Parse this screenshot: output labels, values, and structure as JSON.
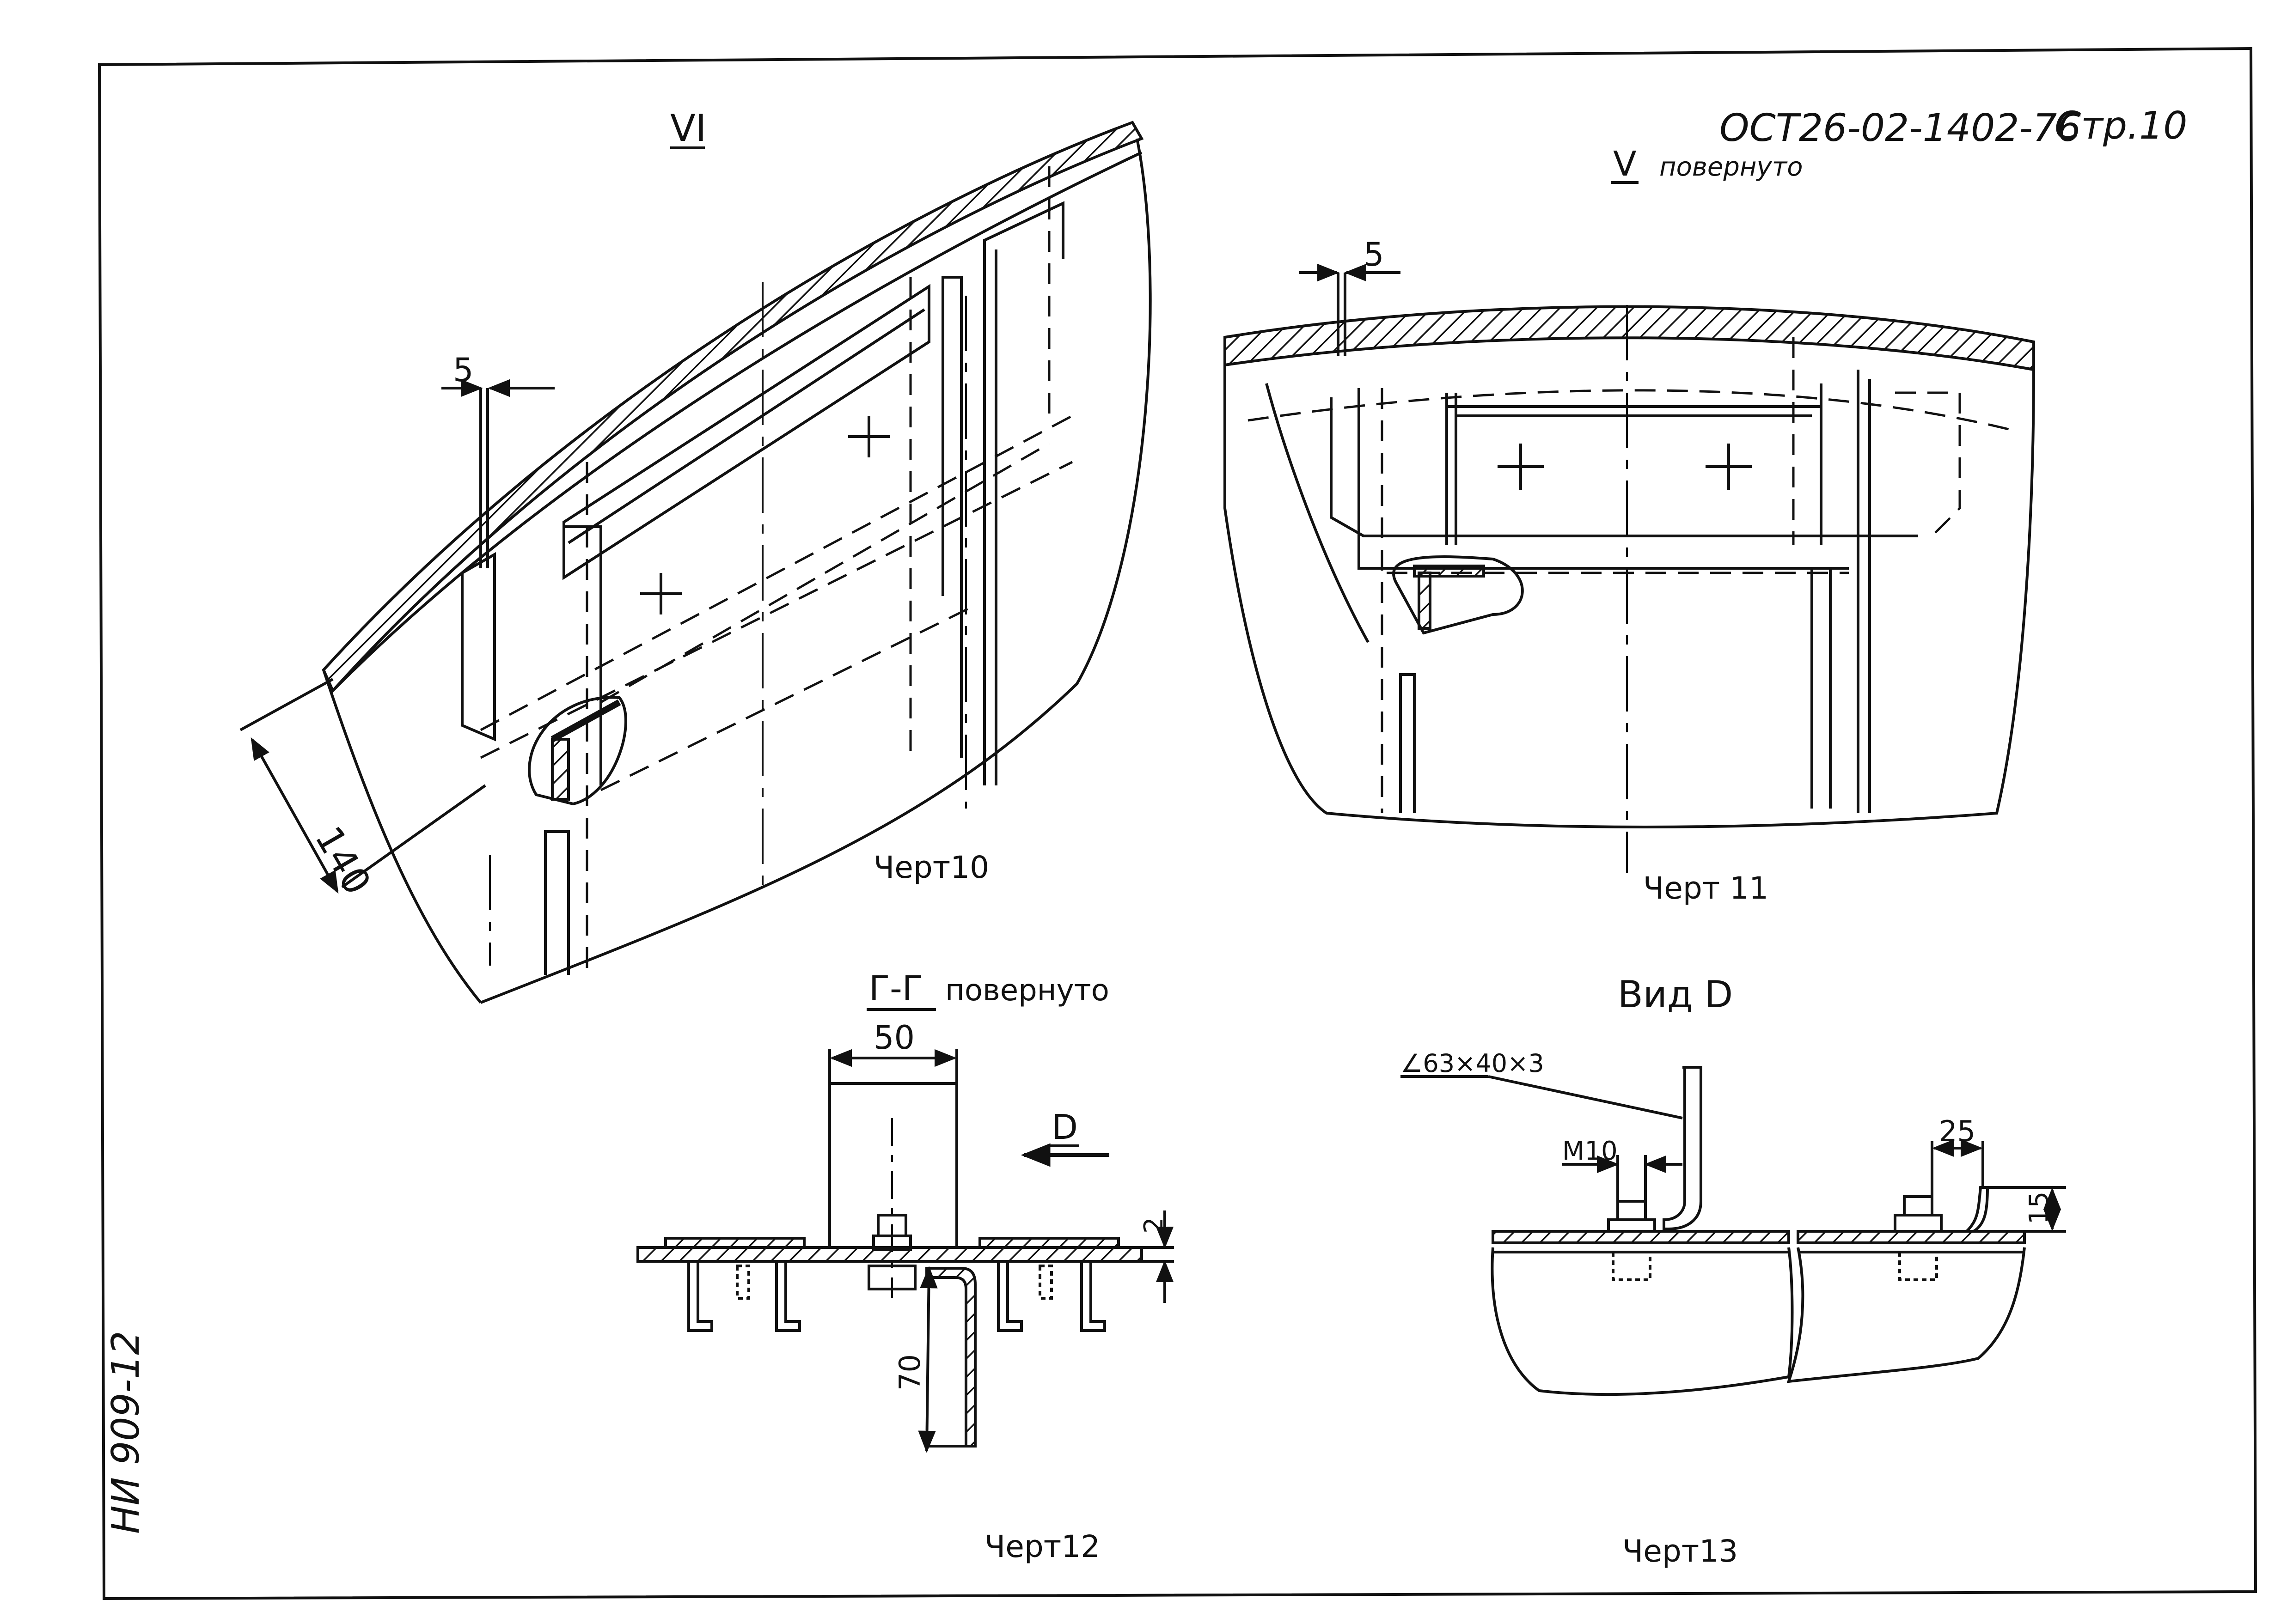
{
  "header": {
    "standard": "ОСТ26-02-1402-76",
    "page": "Стр.10"
  },
  "side_code": "НИ 909-12",
  "views": {
    "v10": {
      "marker": "VI",
      "dim_5": "5",
      "dim_140": "140",
      "caption": "Черт10"
    },
    "v11": {
      "marker": "V",
      "marker_note": "повернуто",
      "dim_5": "5",
      "caption": "Черт 11"
    },
    "v12": {
      "marker": "Г-Г",
      "marker_note": "повернуто",
      "dim_50": "50",
      "dim_2": "2",
      "dim_70": "70",
      "arrow_label": "D",
      "caption": "Черт12"
    },
    "v13": {
      "title": "Вид D",
      "angle_label": "∠63×40×3",
      "bolt_label": "М10",
      "dim_25": "25",
      "dim_15": "15",
      "caption": "Черт13"
    }
  }
}
